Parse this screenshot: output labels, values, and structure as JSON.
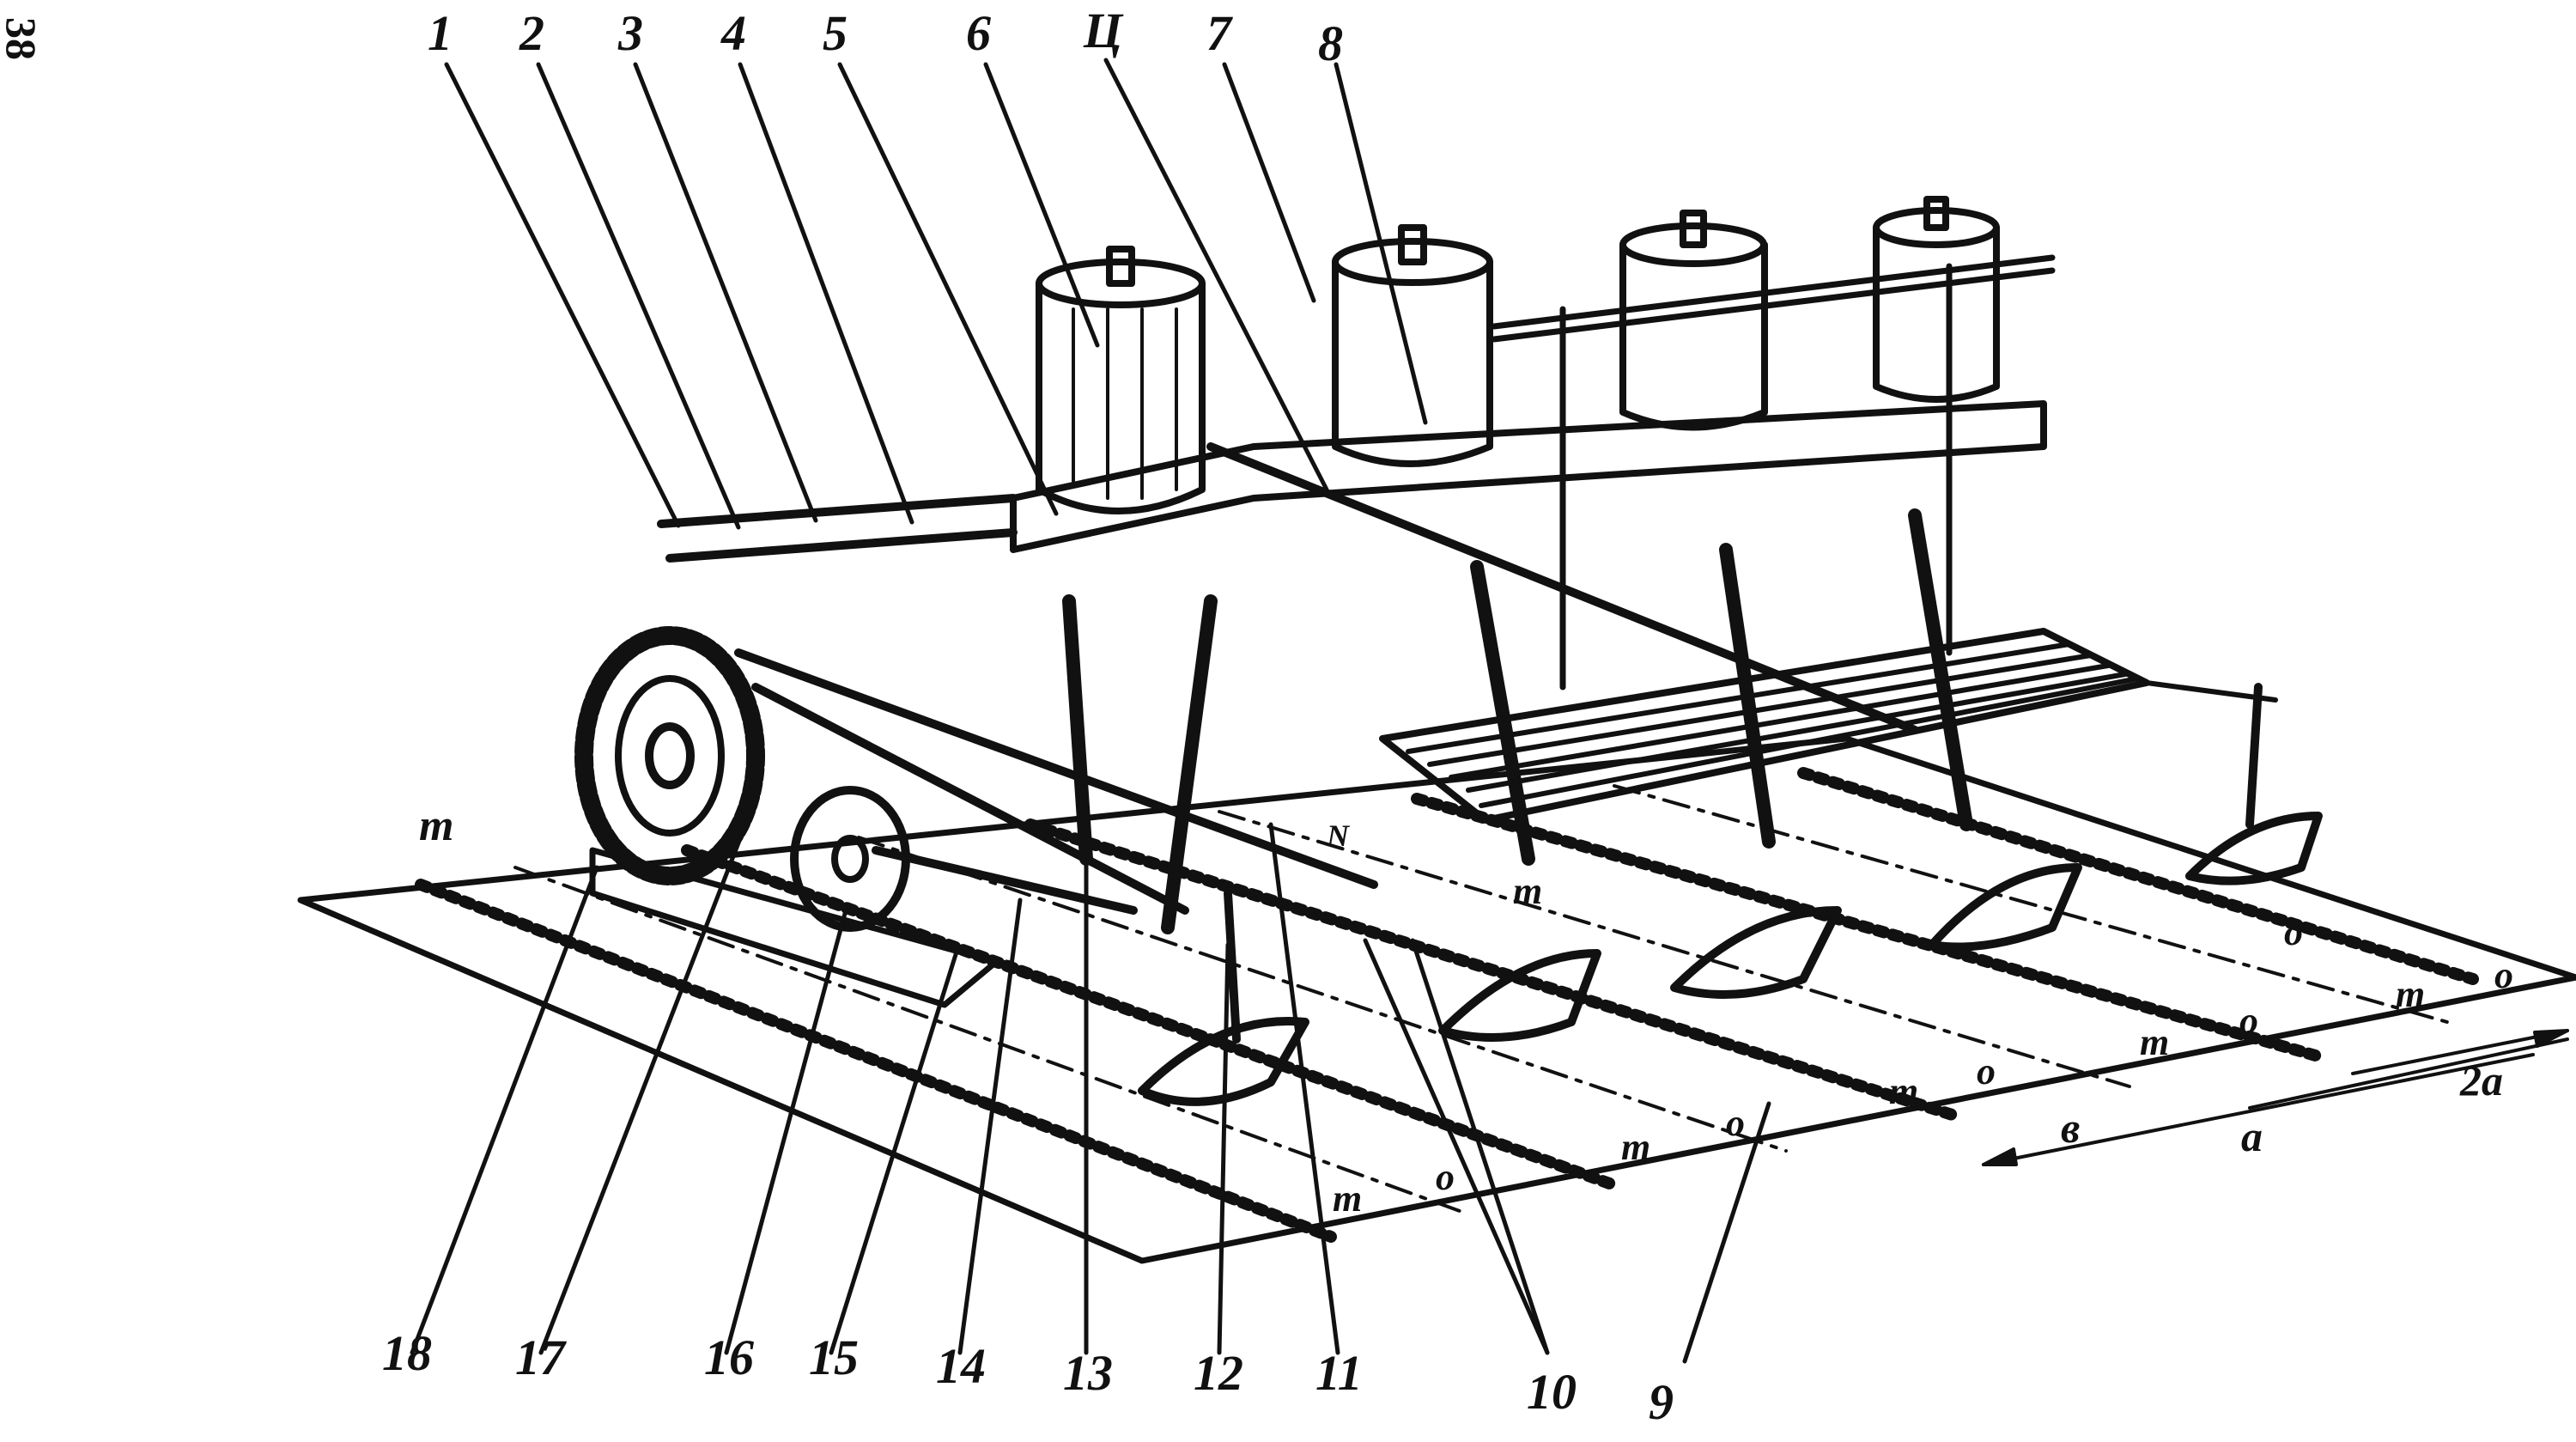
{
  "page_number": "38",
  "callouts": {
    "c1": "1",
    "c2": "2",
    "c3": "3",
    "c4": "4",
    "c5": "5",
    "c6": "6",
    "cts": "Ц",
    "c7": "7",
    "c8": "8",
    "c9": "9",
    "c10": "10",
    "c11": "11",
    "c12": "12",
    "c13": "13",
    "c14": "14",
    "c15": "15",
    "c16": "16",
    "c17": "17",
    "c18": "18"
  },
  "row_labels": {
    "m_left": "m",
    "m1": "m",
    "o1": "o",
    "m2": "m",
    "o2": "o",
    "m3": "m",
    "o3": "o",
    "m4": "m",
    "o4": "o",
    "m5": "m",
    "o5": "o",
    "m6": "m",
    "o6": "o"
  },
  "dimensions": {
    "b": "в",
    "a": "a",
    "two_a": "2a"
  },
  "letter_n": "N"
}
